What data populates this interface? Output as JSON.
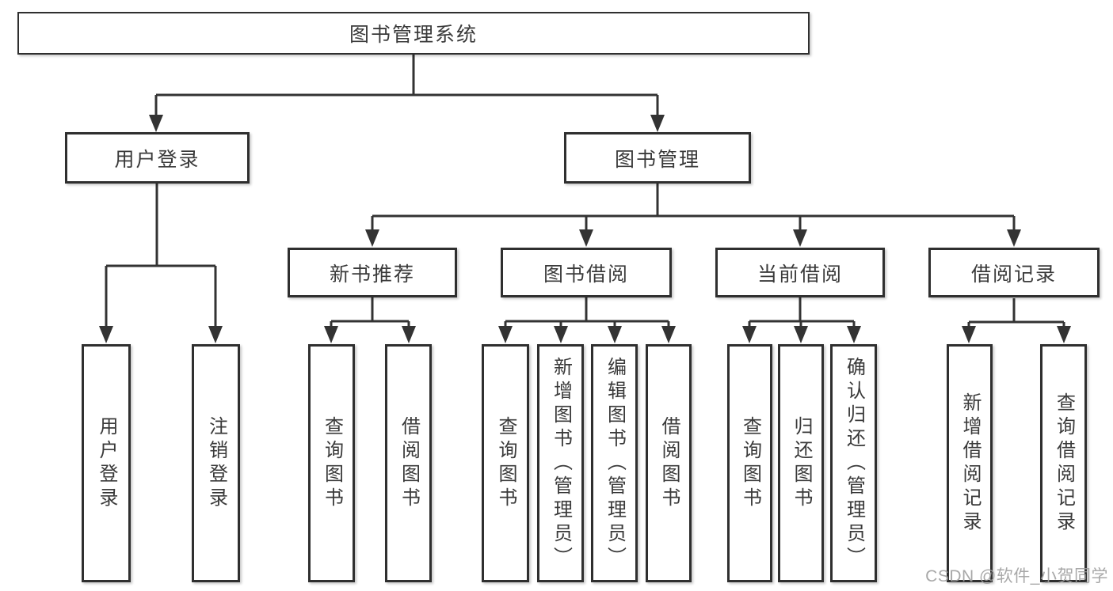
{
  "diagram": {
    "root": "图书管理系统",
    "level2": {
      "user_login": "用户登录",
      "book_management": "图书管理"
    },
    "level3": {
      "new_book": "新书推荐",
      "book_borrow": "图书借阅",
      "current_borrow": "当前借阅",
      "borrow_record": "借阅记录"
    },
    "leaves": {
      "user_login": [
        "用户登录",
        "注销登录"
      ],
      "new_book": [
        "查询图书",
        "借阅图书"
      ],
      "book_borrow": [
        "查询图书",
        "新增图书（管理员）",
        "编辑图书（管理员）",
        "借阅图书"
      ],
      "current_borrow": [
        "查询图书",
        "归还图书",
        "确认归还（管理员）"
      ],
      "borrow_record": [
        "新增借阅记录",
        "查询借阅记录"
      ]
    }
  },
  "watermark": "CSDN @软件_小贺同学",
  "colors": {
    "line": "#333333",
    "box_border": "#2f2f2f",
    "text": "#3a3a3a",
    "background": "#ffffff",
    "watermark": "#9e9e9e"
  }
}
